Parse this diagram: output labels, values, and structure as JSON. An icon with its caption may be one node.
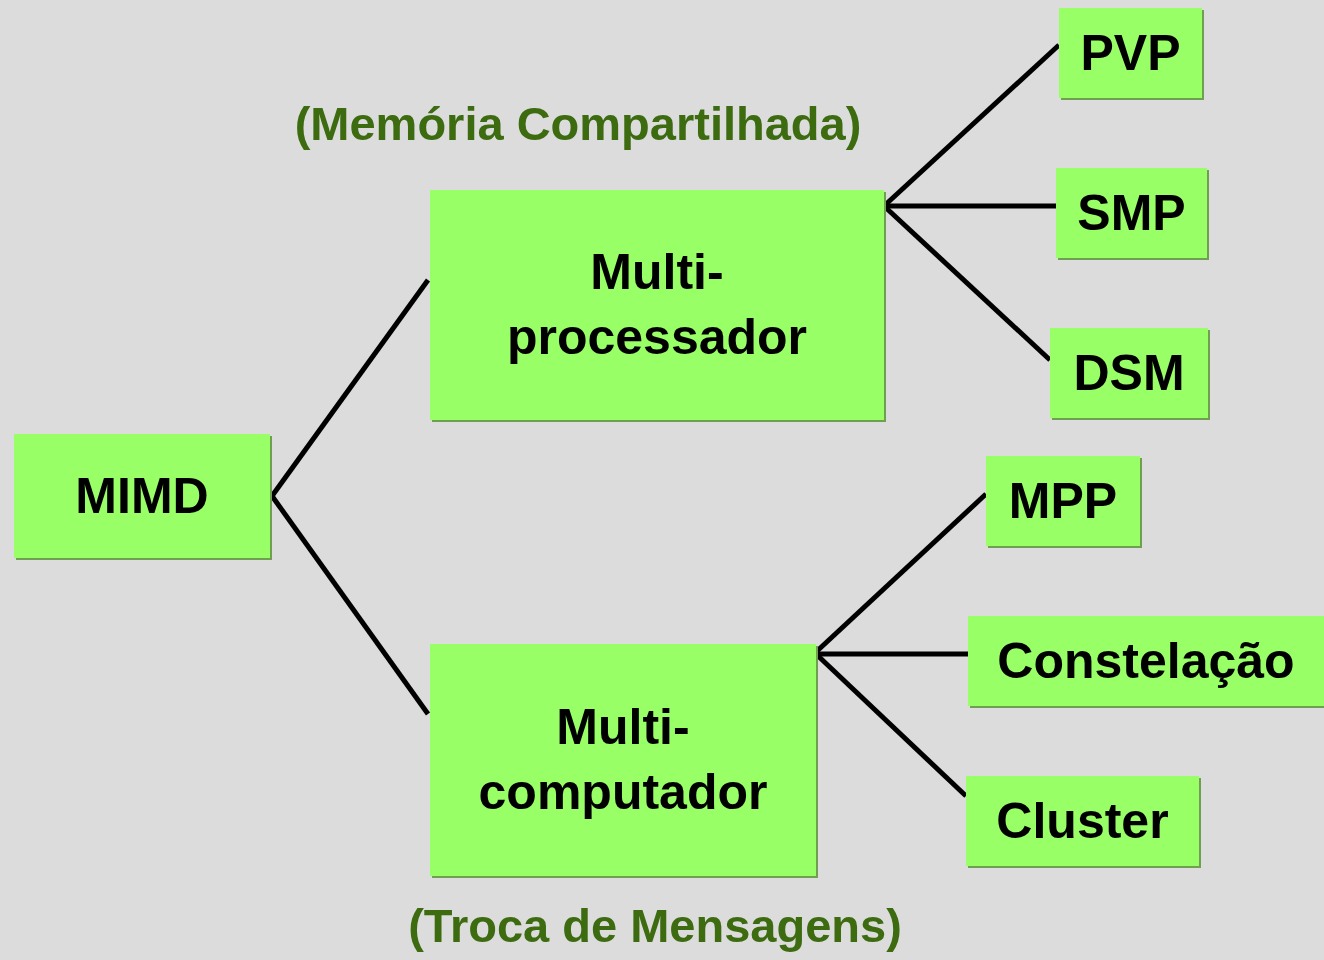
{
  "diagram": {
    "nodes": [
      {
        "text": [
          "MIMD"
        ]
      },
      {
        "text": [
          "Multi- processador"
        ],
        "beside": [
          "(Memória Compartilhada)"
        ]
      },
      {
        "text": [
          "Multi- computador"
        ],
        "beside": [
          "(Troca de Mensagens)"
        ]
      },
      {
        "text": [
          "PVP"
        ]
      },
      {
        "text": [
          "SMP"
        ]
      },
      {
        "text": [
          "DSM"
        ]
      },
      {
        "text": [
          "MPP"
        ]
      },
      {
        "text": [
          "Constelação"
        ]
      },
      {
        "text": [
          "Cluster"
        ]
      }
    ],
    "edges": [
      {
        "from": 0,
        "to": 1,
        "arrow": "none"
      },
      {
        "from": 0,
        "to": 2,
        "arrow": "none"
      },
      {
        "from": 1,
        "to": 3,
        "arrow": "none"
      },
      {
        "from": 1,
        "to": 4,
        "arrow": "none"
      },
      {
        "from": 1,
        "to": 5,
        "arrow": "none"
      },
      {
        "from": 2,
        "to": 6,
        "arrow": "none"
      },
      {
        "from": 2,
        "to": 7,
        "arrow": "none"
      },
      {
        "from": 2,
        "to": 8,
        "arrow": "none"
      }
    ]
  }
}
